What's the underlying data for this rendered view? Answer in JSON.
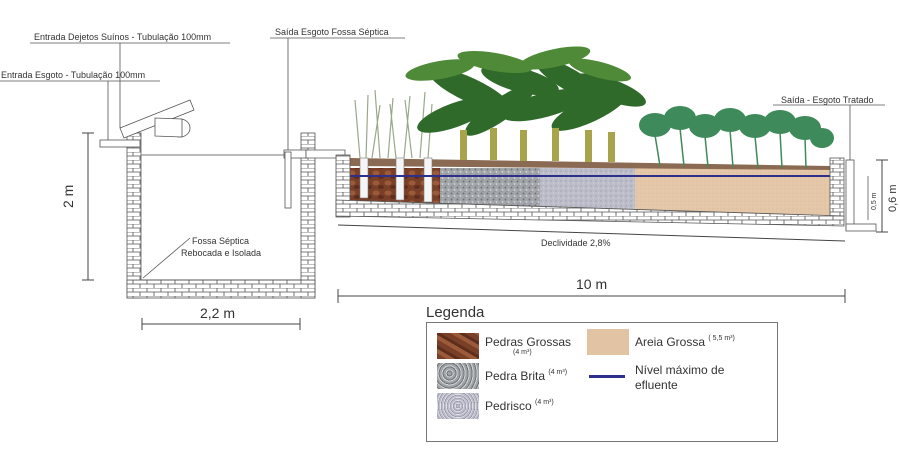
{
  "labels": {
    "inlet_pig": "Entrada Dejetos Suínos - Tubulação 100mm",
    "inlet_sewage": "Entrada Esgoto - Tubulação 100mm",
    "septic_outlet": "Saída Esgoto Fossa Séptica",
    "treated_outlet": "Saída - Esgoto Tratado",
    "septic_tank_line1": "Fossa Séptica",
    "septic_tank_line2": "Rebocada e Isolada",
    "slope": "Declividade 2,8%"
  },
  "dimensions": {
    "tank_height": "2 m",
    "tank_width": "2,2 m",
    "bed_length": "10 m",
    "bed_depth": "0,6 m",
    "water_depth": "0,5 m"
  },
  "legend": {
    "title": "Legenda",
    "items": {
      "pedras_grossas": {
        "label": "Pedras Grossas",
        "volume": "(4 m³)",
        "color": "#8a4a2e"
      },
      "pedra_brita": {
        "label": "Pedra Brita",
        "volume": "(4 m³)",
        "color": "#9ea3a8"
      },
      "pedrisco": {
        "label": "Pedrisco",
        "volume": "(4 m³)",
        "color": "#b9b9c6"
      },
      "areia_grossa": {
        "label": "Areia Grossa",
        "volume": "( 5,5 m³)",
        "color": "#e2c3a4"
      },
      "nivel": {
        "label_line1": "Nível máximo de",
        "label_line2": "efluente",
        "color": "#2e2f8a"
      }
    }
  }
}
